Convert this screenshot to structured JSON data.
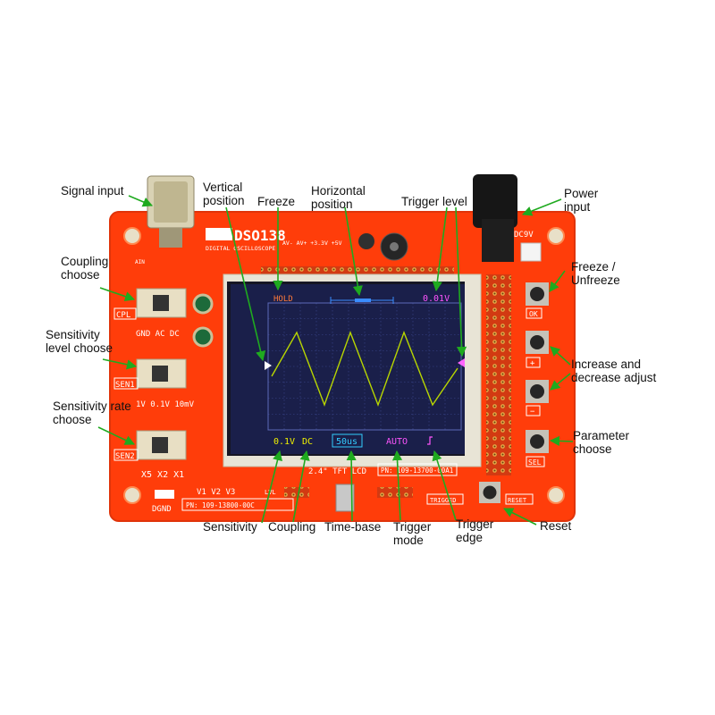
{
  "board": {
    "model": "DSO138",
    "subtitle": "DIGITAL OSCILLOSCOPE",
    "rails": "AV-  AV+  +3.3V  +5V",
    "pn_main": "PN: 109-13800-00C",
    "pn_lcd": "PN: 109-13700-00A1",
    "lcd_label": "2.4\" TFT LCD",
    "dc_label": "DC9V",
    "ain_label": "AIN",
    "dgnd_label": "DGND",
    "cpl_label": "CPL",
    "sen1_label": "SEN1",
    "sen2_label": "SEN2",
    "coupling_positions": "GND  AC  DC",
    "sens_positions": "1V  0.1V  10mV",
    "rate_positions": "X5  X2  X1",
    "test_points": "V1  V2  V3",
    "ok_label": "OK",
    "plus_label": "+",
    "minus_label": "−",
    "sel_label": "SEL",
    "reset_label": "RESET",
    "triggered_label": "TRIGGED",
    "lvl_label": "LVL",
    "colors": {
      "pcb": "#ff3d0a",
      "screen": "#1a1f4a",
      "wave": "#b8d600",
      "grid": "#5c6ab8"
    }
  },
  "screen": {
    "status": "HOLD",
    "trigger_level": "0.01V",
    "sensitivity": "0.1V",
    "coupling": "DC",
    "timebase": "50us",
    "trigger_mode": "AUTO",
    "trigger_edge_icon": "rising-edge-icon"
  },
  "callouts": {
    "signal_input": "Signal input",
    "vertical_position": "Vertical\nposition",
    "freeze": "Freeze",
    "horizontal_position": "Horizontal\nposition",
    "trigger_level": "Trigger level",
    "power_input": "Power\ninput",
    "coupling_choose": "Coupling\nchoose",
    "freeze_unfreeze": "Freeze /\nUnfreeze",
    "sensitivity_level_choose": "Sensitivity\nlevel choose",
    "increase_decrease_adjust": "Increase and\ndecrease adjust",
    "sensitivity_rate_choose": "Sensitivity rate\nchoose",
    "parameter_choose": "Parameter\nchoose",
    "sensitivity": "Sensitivity",
    "coupling": "Coupling",
    "time_base": "Time-base",
    "trigger_mode": "Trigger\nmode",
    "trigger_edge": "Trigger\nedge",
    "reset": "Reset"
  }
}
